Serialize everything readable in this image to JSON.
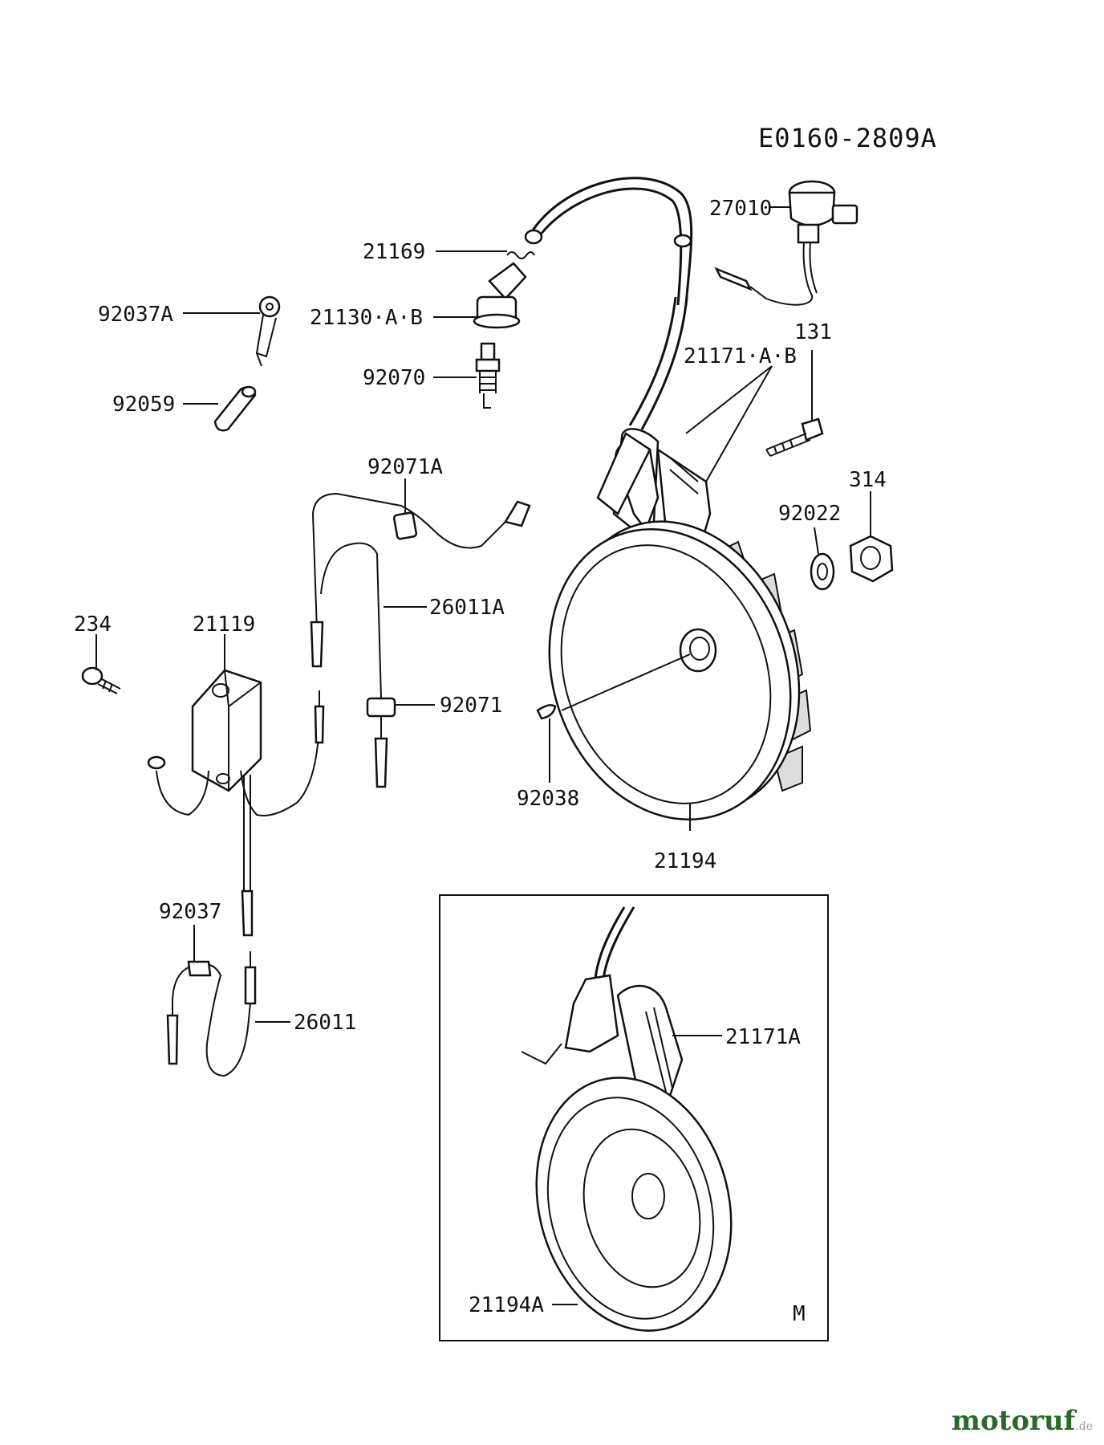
{
  "title": "E0160-2809A",
  "inset_marker": "M",
  "labels": {
    "p27010": "27010",
    "p21169": "21169",
    "p92037A": "92037A",
    "p21130AB": "21130·A·B",
    "p131": "131",
    "p92070": "92070",
    "p21171AB": "21171·A·B",
    "p92059": "92059",
    "p314": "314",
    "p92071A": "92071A",
    "p92022": "92022",
    "p234": "234",
    "p21119": "21119",
    "p26011A": "26011A",
    "p92071": "92071",
    "p92038": "92038",
    "p21194": "21194",
    "p92037": "92037",
    "p26011": "26011",
    "p21171A": "21171A",
    "p21194A": "21194A"
  },
  "watermark": {
    "brand": "motoruf",
    "suffix": ".de"
  },
  "colors": {
    "line": "#111111",
    "background": "#ffffff",
    "watermark": "#2a6a2a"
  }
}
